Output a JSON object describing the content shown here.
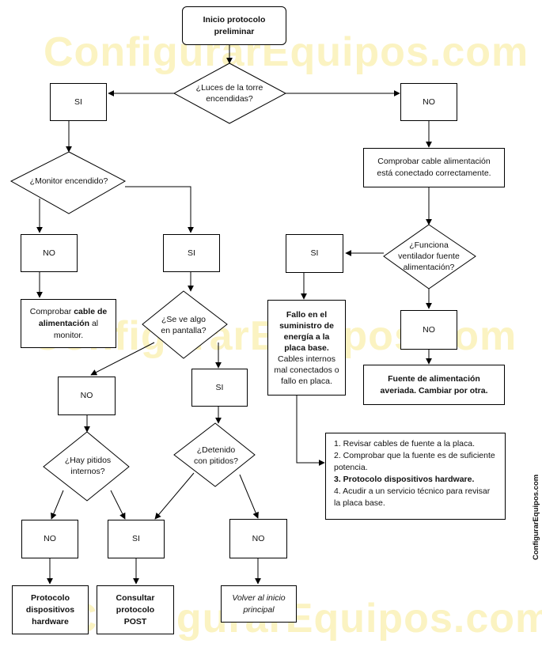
{
  "watermark": [
    "ConfigurarEquipos.com",
    "ConfigurarEquipos.com",
    "ConfigurarEquipos.com"
  ],
  "side_label": "ConfigurarEquipos.com",
  "nodes": {
    "start": "Inicio protocolo preliminar",
    "q_luces": "¿Luces de la torre encendidas?",
    "si_1": "SI",
    "no_1": "NO",
    "q_monitor": "¿Monitor encendido?",
    "comprobar_cable": "Comprobar cable alimentación está conectado correctamente.",
    "no_2": "NO",
    "si_2": "SI",
    "comprobar_monitor_a": "Comprobar ",
    "comprobar_monitor_b": "cable de alimentación",
    "comprobar_monitor_c": " al monitor.",
    "q_ventilador": "¿Funciona ventilador fuente alimentación?",
    "si_3": "SI",
    "q_pantalla": "¿Se ve algo en pantalla?",
    "fallo_title": "Fallo en el suministro de energía a la placa base.",
    "fallo_body": "Cables internos mal conectados o fallo en placa.",
    "no_3": "NO",
    "fuente_averiada": "Fuente de alimentación averiada. Cambiar por otra.",
    "no_4": "NO",
    "si_4": "SI",
    "q_pitidos": "¿Hay pitidos internos?",
    "q_detenido": "¿Detenido con pitidos?",
    "no_5": "NO",
    "si_5": "SI",
    "no_6": "NO",
    "protocolo_hw": "Protocolo dispositivos hardware",
    "consultar_post": "Consultar protocolo POST",
    "volver": "Volver al inicio principal"
  },
  "steps": [
    "1. Revisar cables de fuente a la placa.",
    "2. Comprobar que la fuente es de suficiente potencia.",
    "3. Protocolo dispositivos hardware.",
    "4. Acudir a un servicio técnico para revisar la placa base."
  ]
}
